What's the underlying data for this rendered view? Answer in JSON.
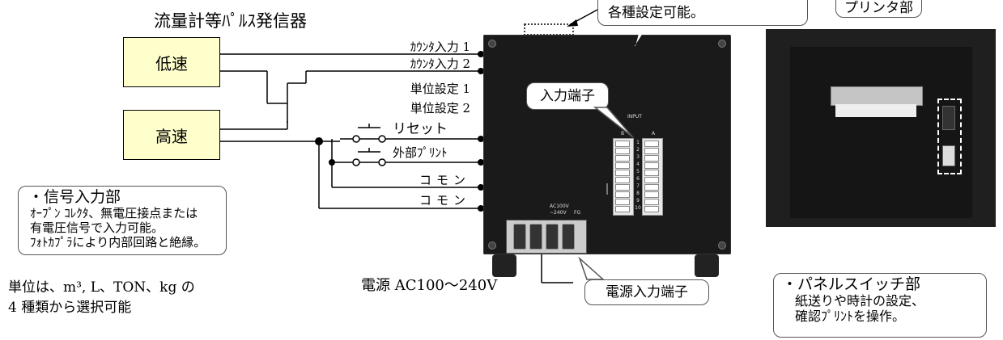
{
  "title": "流量計等ﾊﾟﾙｽ発信器",
  "sources": {
    "low": "低速",
    "high": "高速"
  },
  "terminal_labels": {
    "counter1": "ｶｳﾝﾀ入力 1",
    "counter2": "ｶｳﾝﾀ入力 2",
    "unit1": "単位設定 1",
    "unit2": "単位設定 2",
    "reset": "リセット",
    "ext_print": "外部ﾌﾟﾘﾝﾄ",
    "common1": "コモン",
    "common2": "コモン"
  },
  "callouts": {
    "top_center": "各種設定可能。",
    "printer": "プリンタ部",
    "input_terminal": "入力端子",
    "power_terminal": "電源入力端子",
    "signal_title": "・信号入力部",
    "signal_lines": [
      "ｵｰﾌﾟﾝ ｺﾚｸﾀ、無電圧接点または",
      "有電圧信号で入力可能。",
      "ﾌｫﾄｶﾌﾟﾗにより内部回路と絶縁。"
    ],
    "panel_title": "・パネルスイッチ部",
    "panel_lines": [
      "紙送りや時計の設定、",
      "確認ﾌﾟﾘﾝﾄを操作。"
    ]
  },
  "power_label": "電源 AC100～240V",
  "unit_note": {
    "line1": "単位は、m³, L、TON、kg の",
    "line2": "4 種類から選択可能"
  },
  "device_print": {
    "input": "INPUT",
    "col_b": "B",
    "col_a": "A",
    "ac": "AC100V",
    "ac2": "~240V",
    "fg": "FG",
    "numbers": [
      "1",
      "2",
      "3",
      "4",
      "5",
      "6",
      "7",
      "8",
      "9",
      "10"
    ]
  }
}
